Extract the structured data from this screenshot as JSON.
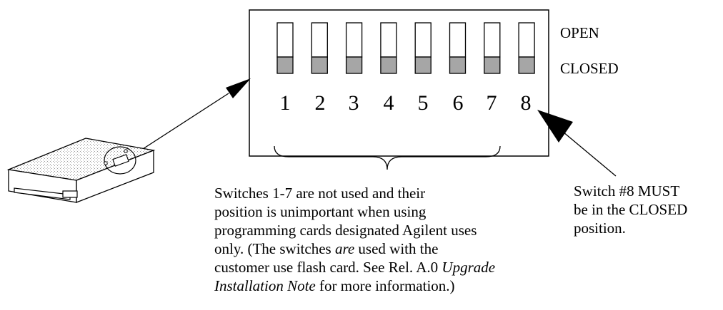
{
  "switch_panel": {
    "open_label": "OPEN",
    "closed_label": "CLOSED",
    "switch_numbers": [
      "1",
      "2",
      "3",
      "4",
      "5",
      "6",
      "7",
      "8"
    ]
  },
  "note_left": {
    "line1": "Switches 1-7 are not used and their",
    "line2": "position is unimportant when using",
    "line3": "programming cards designated Agilent uses",
    "line4_a": "only. (The switches ",
    "line4_b": "are",
    "line4_c": " used with the",
    "line5_a": "customer use flash card. See Rel. A.0 ",
    "line5_b": "Upgrade",
    "line6_a": "Installation Note",
    "line6_b": " for more information.)"
  },
  "note_right": {
    "line1": "Switch #8 MUST",
    "line2": "be in the CLOSED",
    "line3": "position."
  },
  "colors": {
    "closed_fill": "#a6a6a6",
    "outline": "#000000",
    "device_shade": "#d9d9d9"
  }
}
